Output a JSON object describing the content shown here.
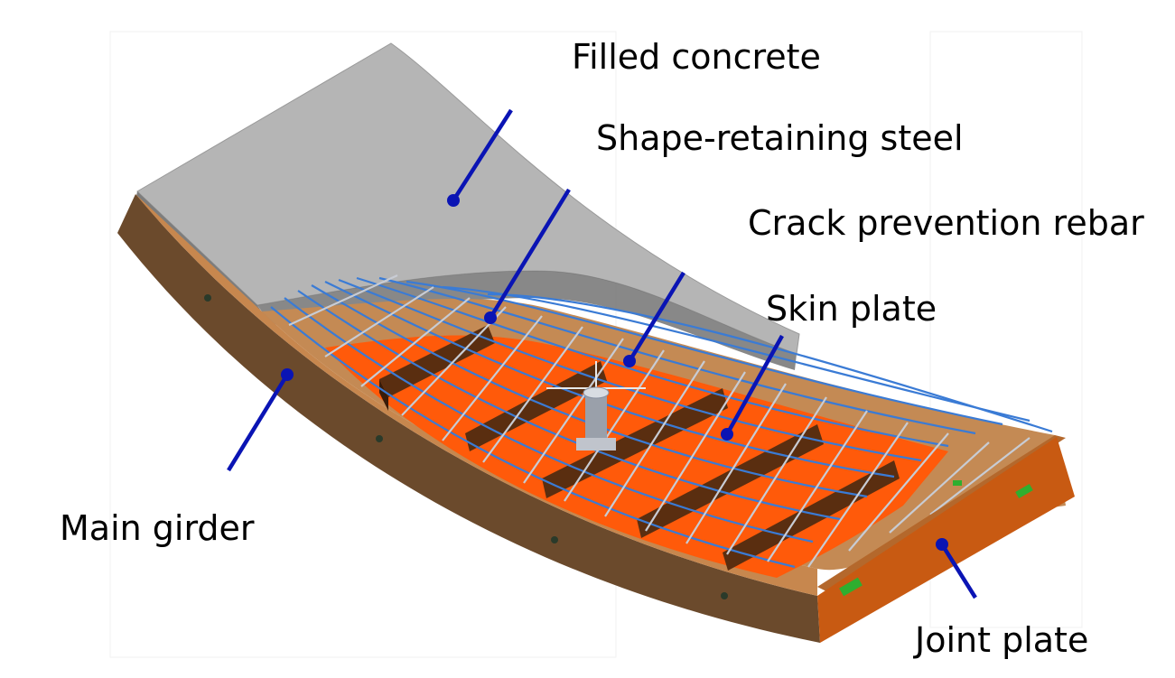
{
  "labels": {
    "filled_concrete": "Filled concrete",
    "shape_retaining_steel": "Shape-retaining steel",
    "crack_prevention_rebar": "Crack prevention rebar",
    "skin_plate": "Skin plate",
    "main_girder": "Main girder",
    "joint_plate": "Joint plate"
  },
  "colors": {
    "leader": "#0a14b4",
    "concrete": "#b5b5b5",
    "girder_side": "#6b4a2c",
    "girder_top": "#c7874e",
    "skin_plate": "#ff5a0a",
    "rebar_blue": "#3a7bd5",
    "rebar_grey": "#c8ccd4",
    "shape_steel": "#5a2e10",
    "joint_plate": "#c85a12",
    "bolt": "#2fae2f"
  }
}
